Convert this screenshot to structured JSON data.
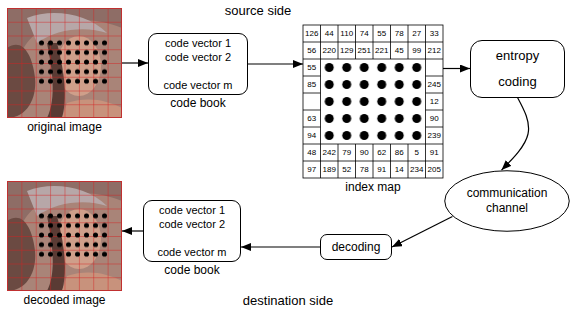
{
  "diagram": {
    "nodes": [
      {
        "text": [
          "original image"
        ]
      },
      {
        "text": [
          "code vector 1",
          "code vector 2",
          "code vector m",
          "code book"
        ]
      },
      {
        "text": [
          "126",
          "44",
          "110",
          "74",
          "55",
          "78",
          "27",
          "33",
          "56",
          "220",
          "129",
          "251",
          "221",
          "45",
          "99",
          "212",
          "55",
          "85",
          "245",
          "12",
          "63",
          "90",
          "94",
          "239",
          "48",
          "242",
          "79",
          "90",
          "62",
          "86",
          "5",
          "91",
          "97",
          "189",
          "52",
          "78",
          "91",
          "14",
          "234",
          "205",
          "index map"
        ]
      },
      {
        "text": [
          "entropy coding"
        ]
      },
      {
        "text": [
          "communication channel"
        ]
      },
      {
        "text": [
          "decoding"
        ]
      },
      {
        "text": [
          "code vector 1",
          "code vector 2",
          "code vector m",
          "code book"
        ]
      },
      {
        "text": [
          "decoded image"
        ]
      }
    ],
    "edges": [
      {
        "from": 0,
        "to": 1,
        "arrow": "to"
      },
      {
        "from": 1,
        "to": 2,
        "arrow": "to"
      },
      {
        "from": 2,
        "to": 3,
        "arrow": "to"
      },
      {
        "from": 3,
        "to": 4,
        "arrow": "to"
      },
      {
        "from": 4,
        "to": 5,
        "arrow": "to"
      },
      {
        "from": 5,
        "to": 6,
        "arrow": "to"
      },
      {
        "from": 6,
        "to": 7,
        "arrow": "to"
      }
    ],
    "labels": [
      "source side",
      "destination side"
    ]
  }
}
